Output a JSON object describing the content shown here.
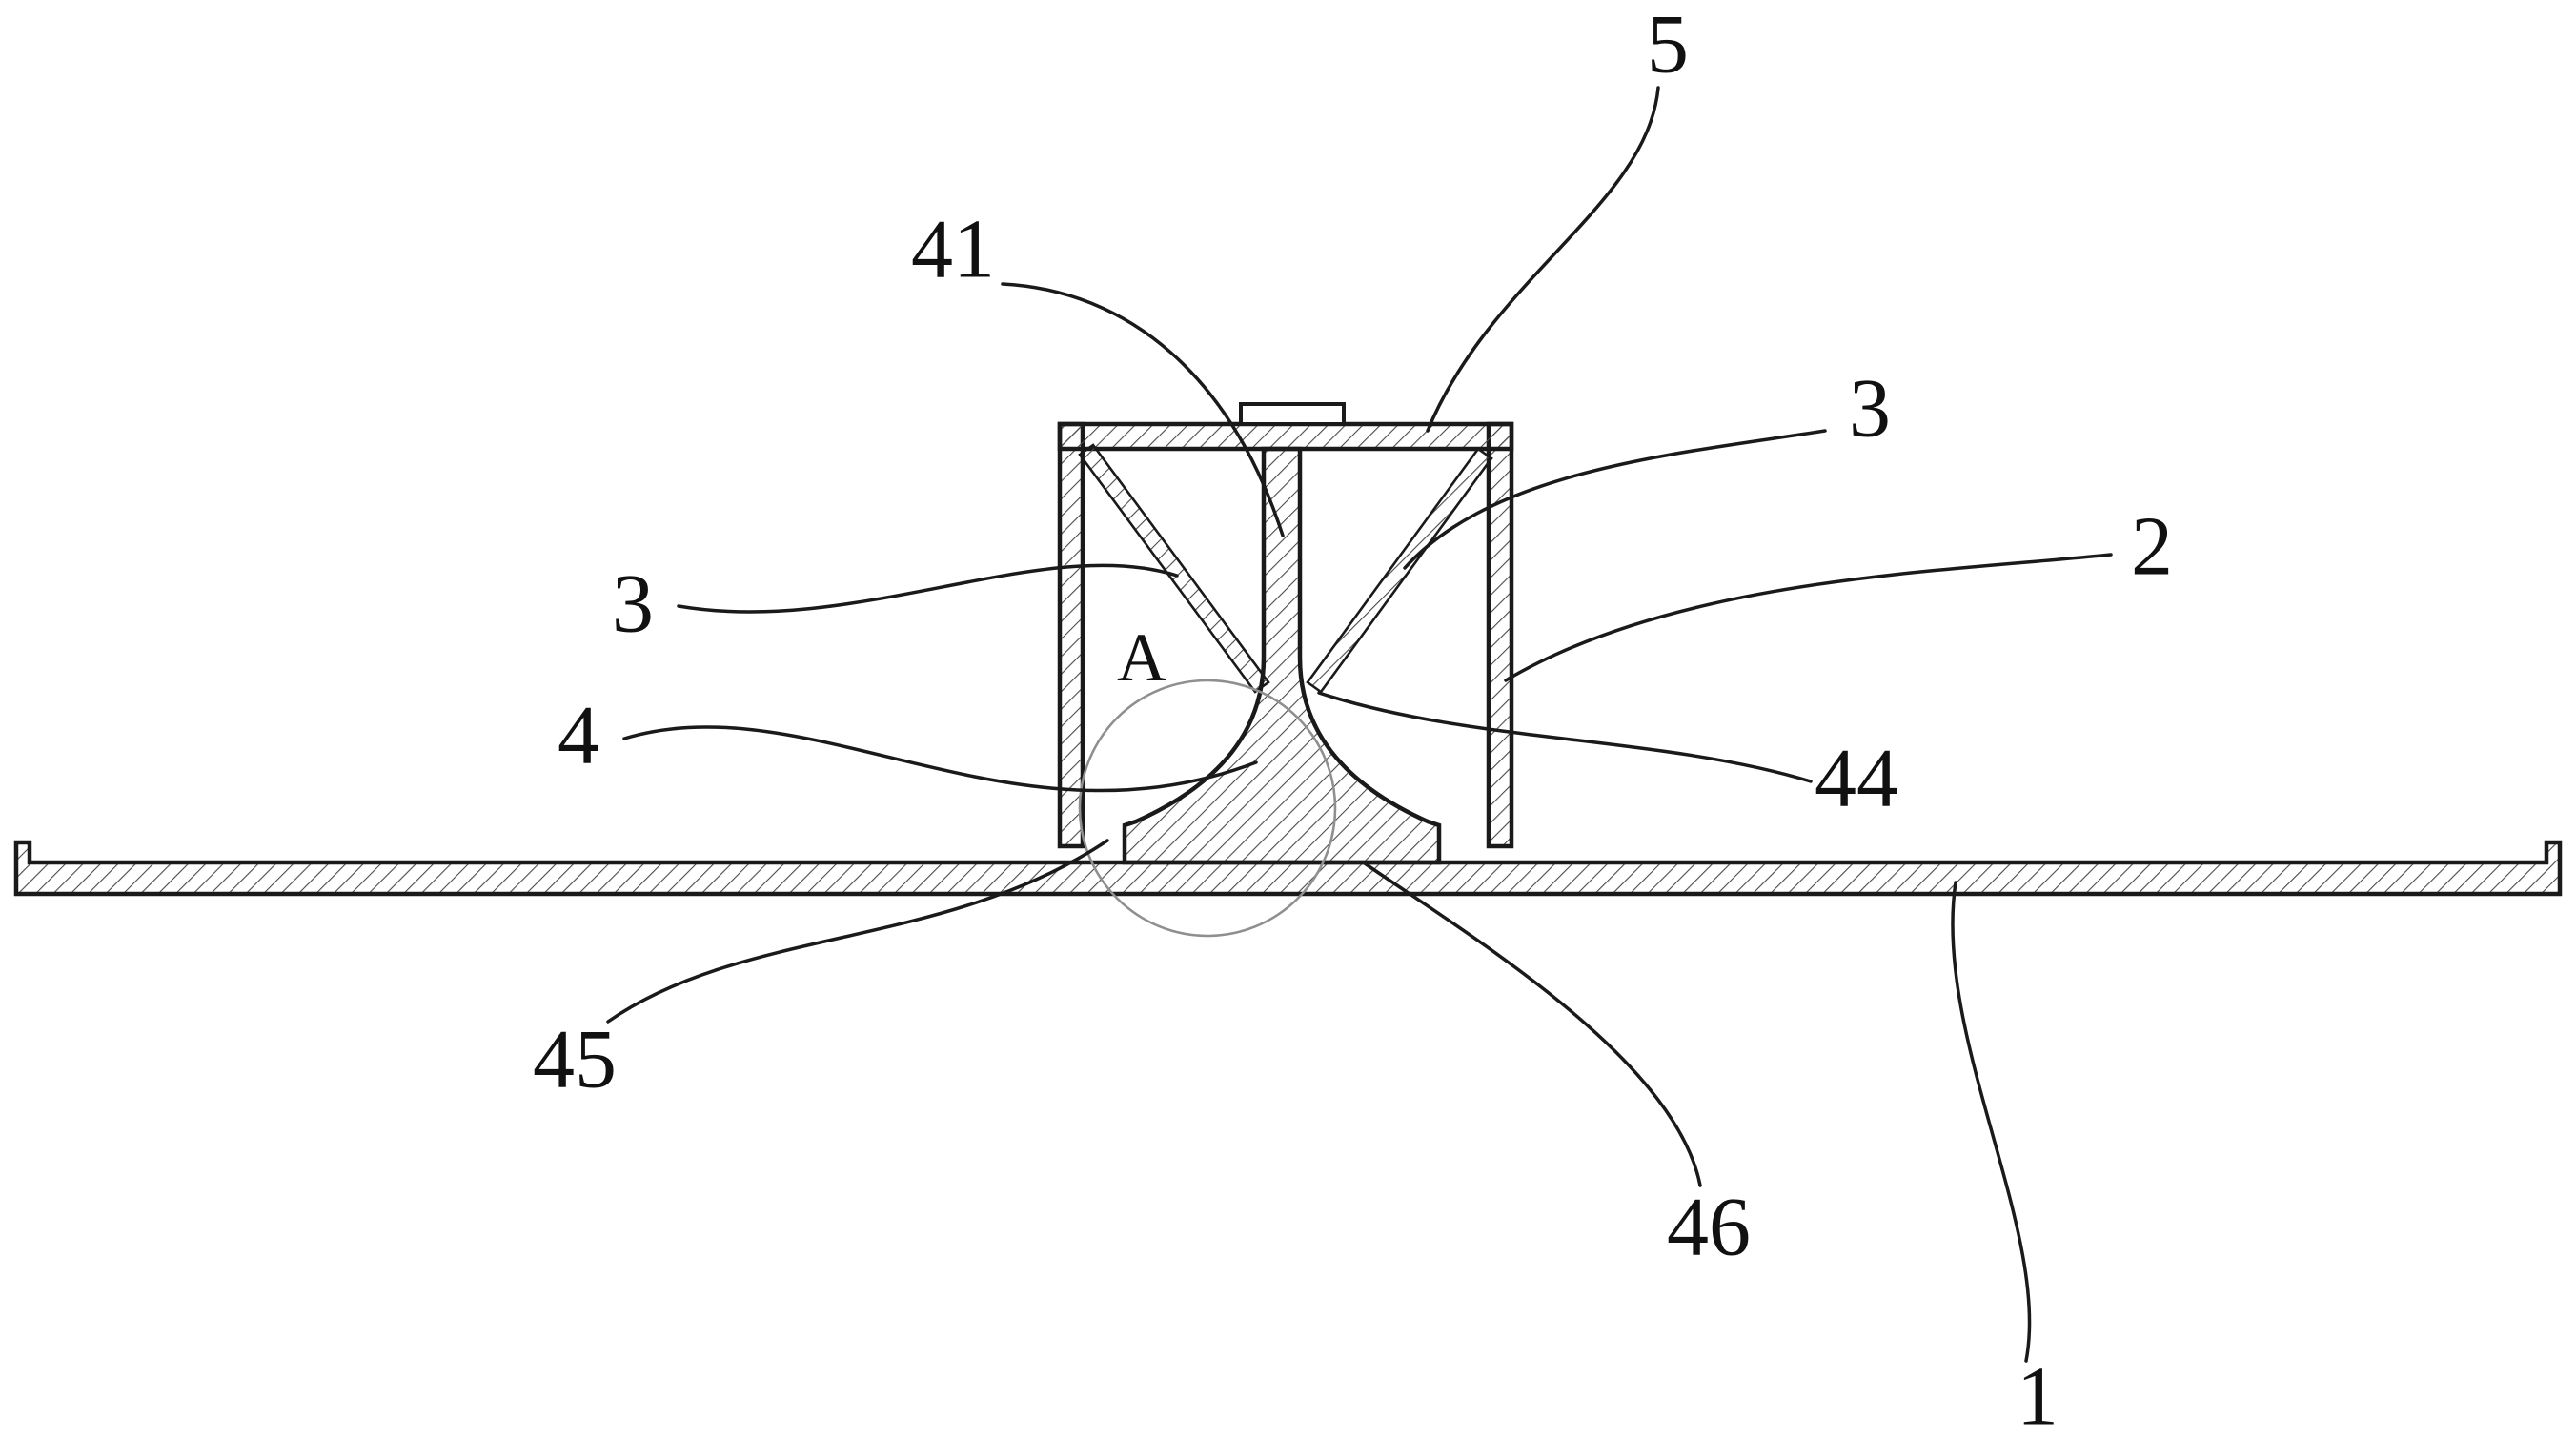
{
  "figure": {
    "type": "patent-technical-drawing",
    "description": "Sectional view of a fastener/clamp assembly with angled braces inside a housing, mounted on a long hatched base plate",
    "detail_marker_note": "Circled detail region labeled A at the foot of the central stem"
  },
  "colors": {
    "line": "#1a1a1a",
    "hatch": "#4a4a4a",
    "bg": "#ffffff",
    "circle": "#8f8f8f",
    "text": "#111111"
  },
  "labels": {
    "ref5": "5",
    "ref41": "41",
    "ref3_right": "3",
    "ref2": "2",
    "ref3_left": "3",
    "ref4": "4",
    "ref44": "44",
    "detailA": "A",
    "ref45": "45",
    "ref46": "46",
    "ref1": "1"
  }
}
